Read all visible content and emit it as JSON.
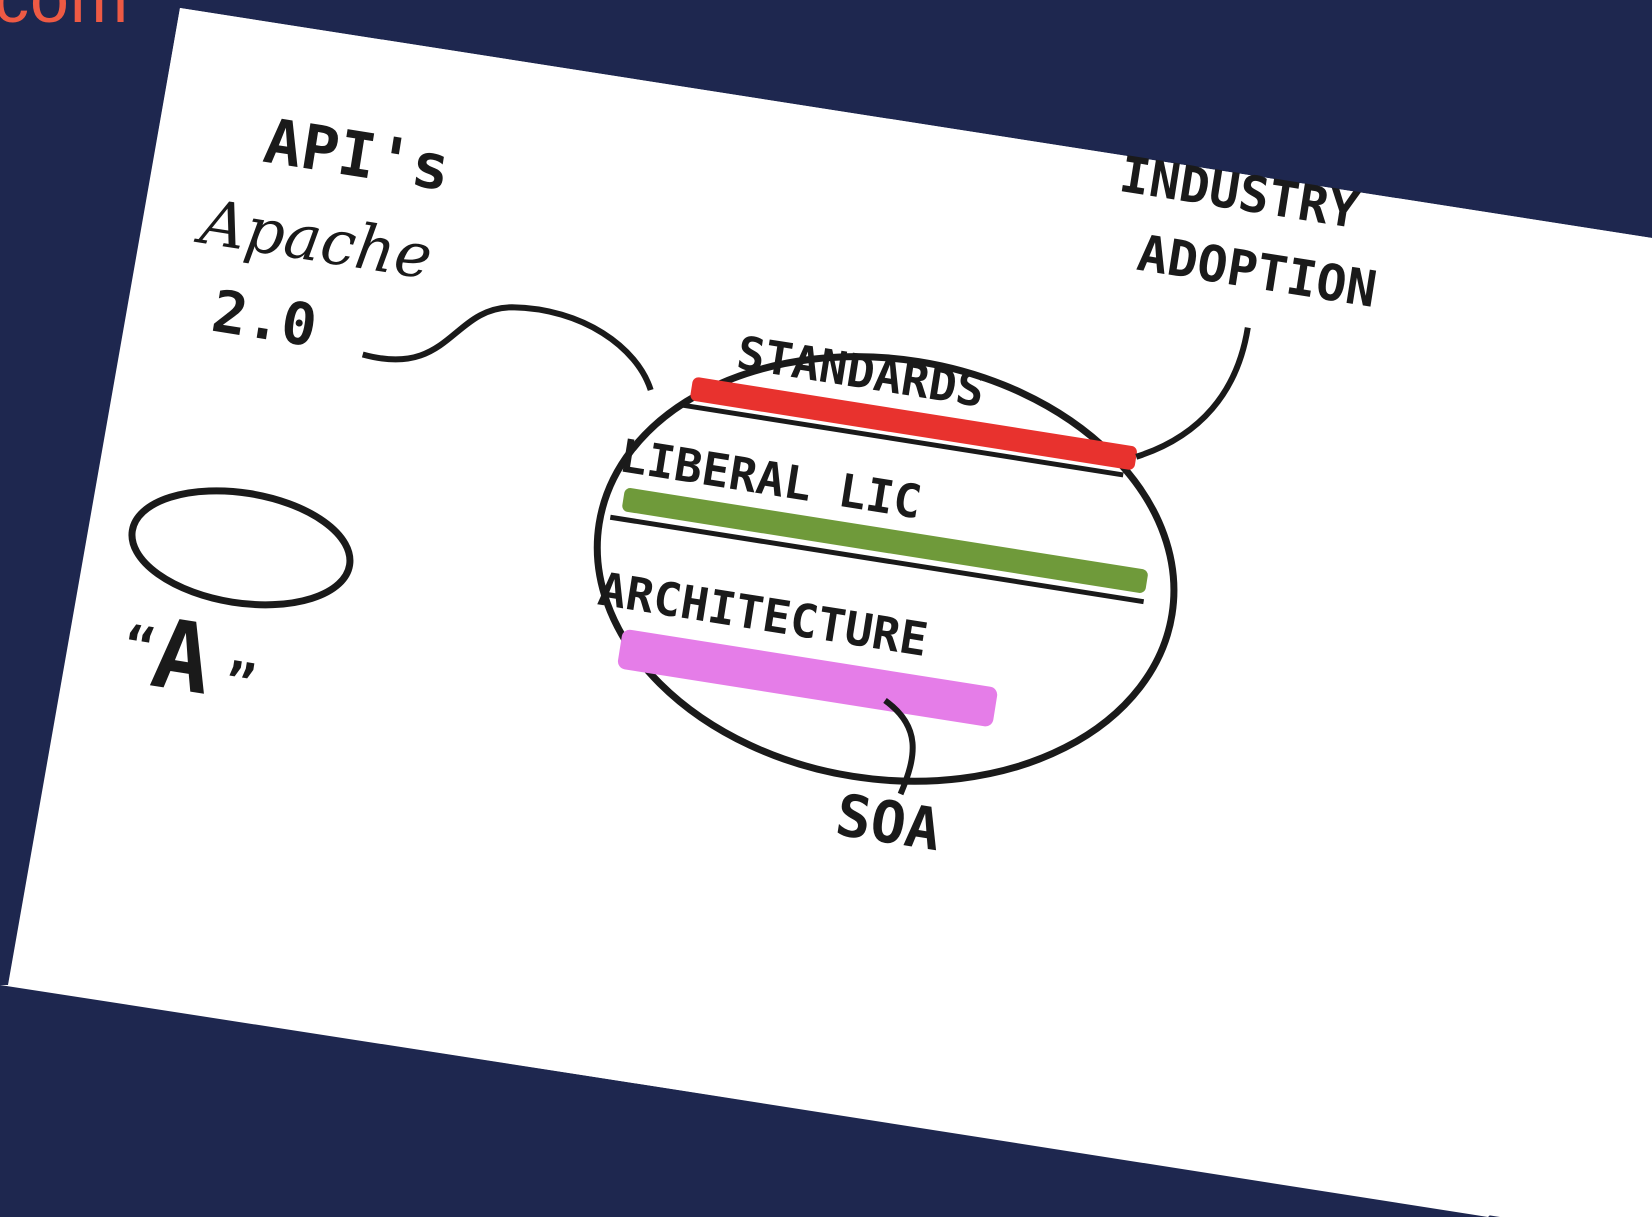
{
  "top_fragment": "com",
  "diagram": {
    "labels": {
      "apis": "API's",
      "apache": "Apache",
      "apache_version": "2.0",
      "industry": "INDUSTRY",
      "adoption": "ADOPTION",
      "standards": "STANDARDS",
      "liberal_lic": "LIBERAL LIC",
      "architecture": "ARCHITECTURE",
      "soa": "SOA",
      "a_quote_open": "“",
      "a_letter": "A",
      "a_quote_close": "”"
    },
    "colors": {
      "background": "#1e274f",
      "paper": "#ffffff",
      "ink": "#1a1a1a",
      "standards_highlight": "#e8322e",
      "liberal_highlight": "#6f9a3a",
      "architecture_highlight": "#e57de8",
      "fragment_text": "#ee5a44"
    }
  }
}
